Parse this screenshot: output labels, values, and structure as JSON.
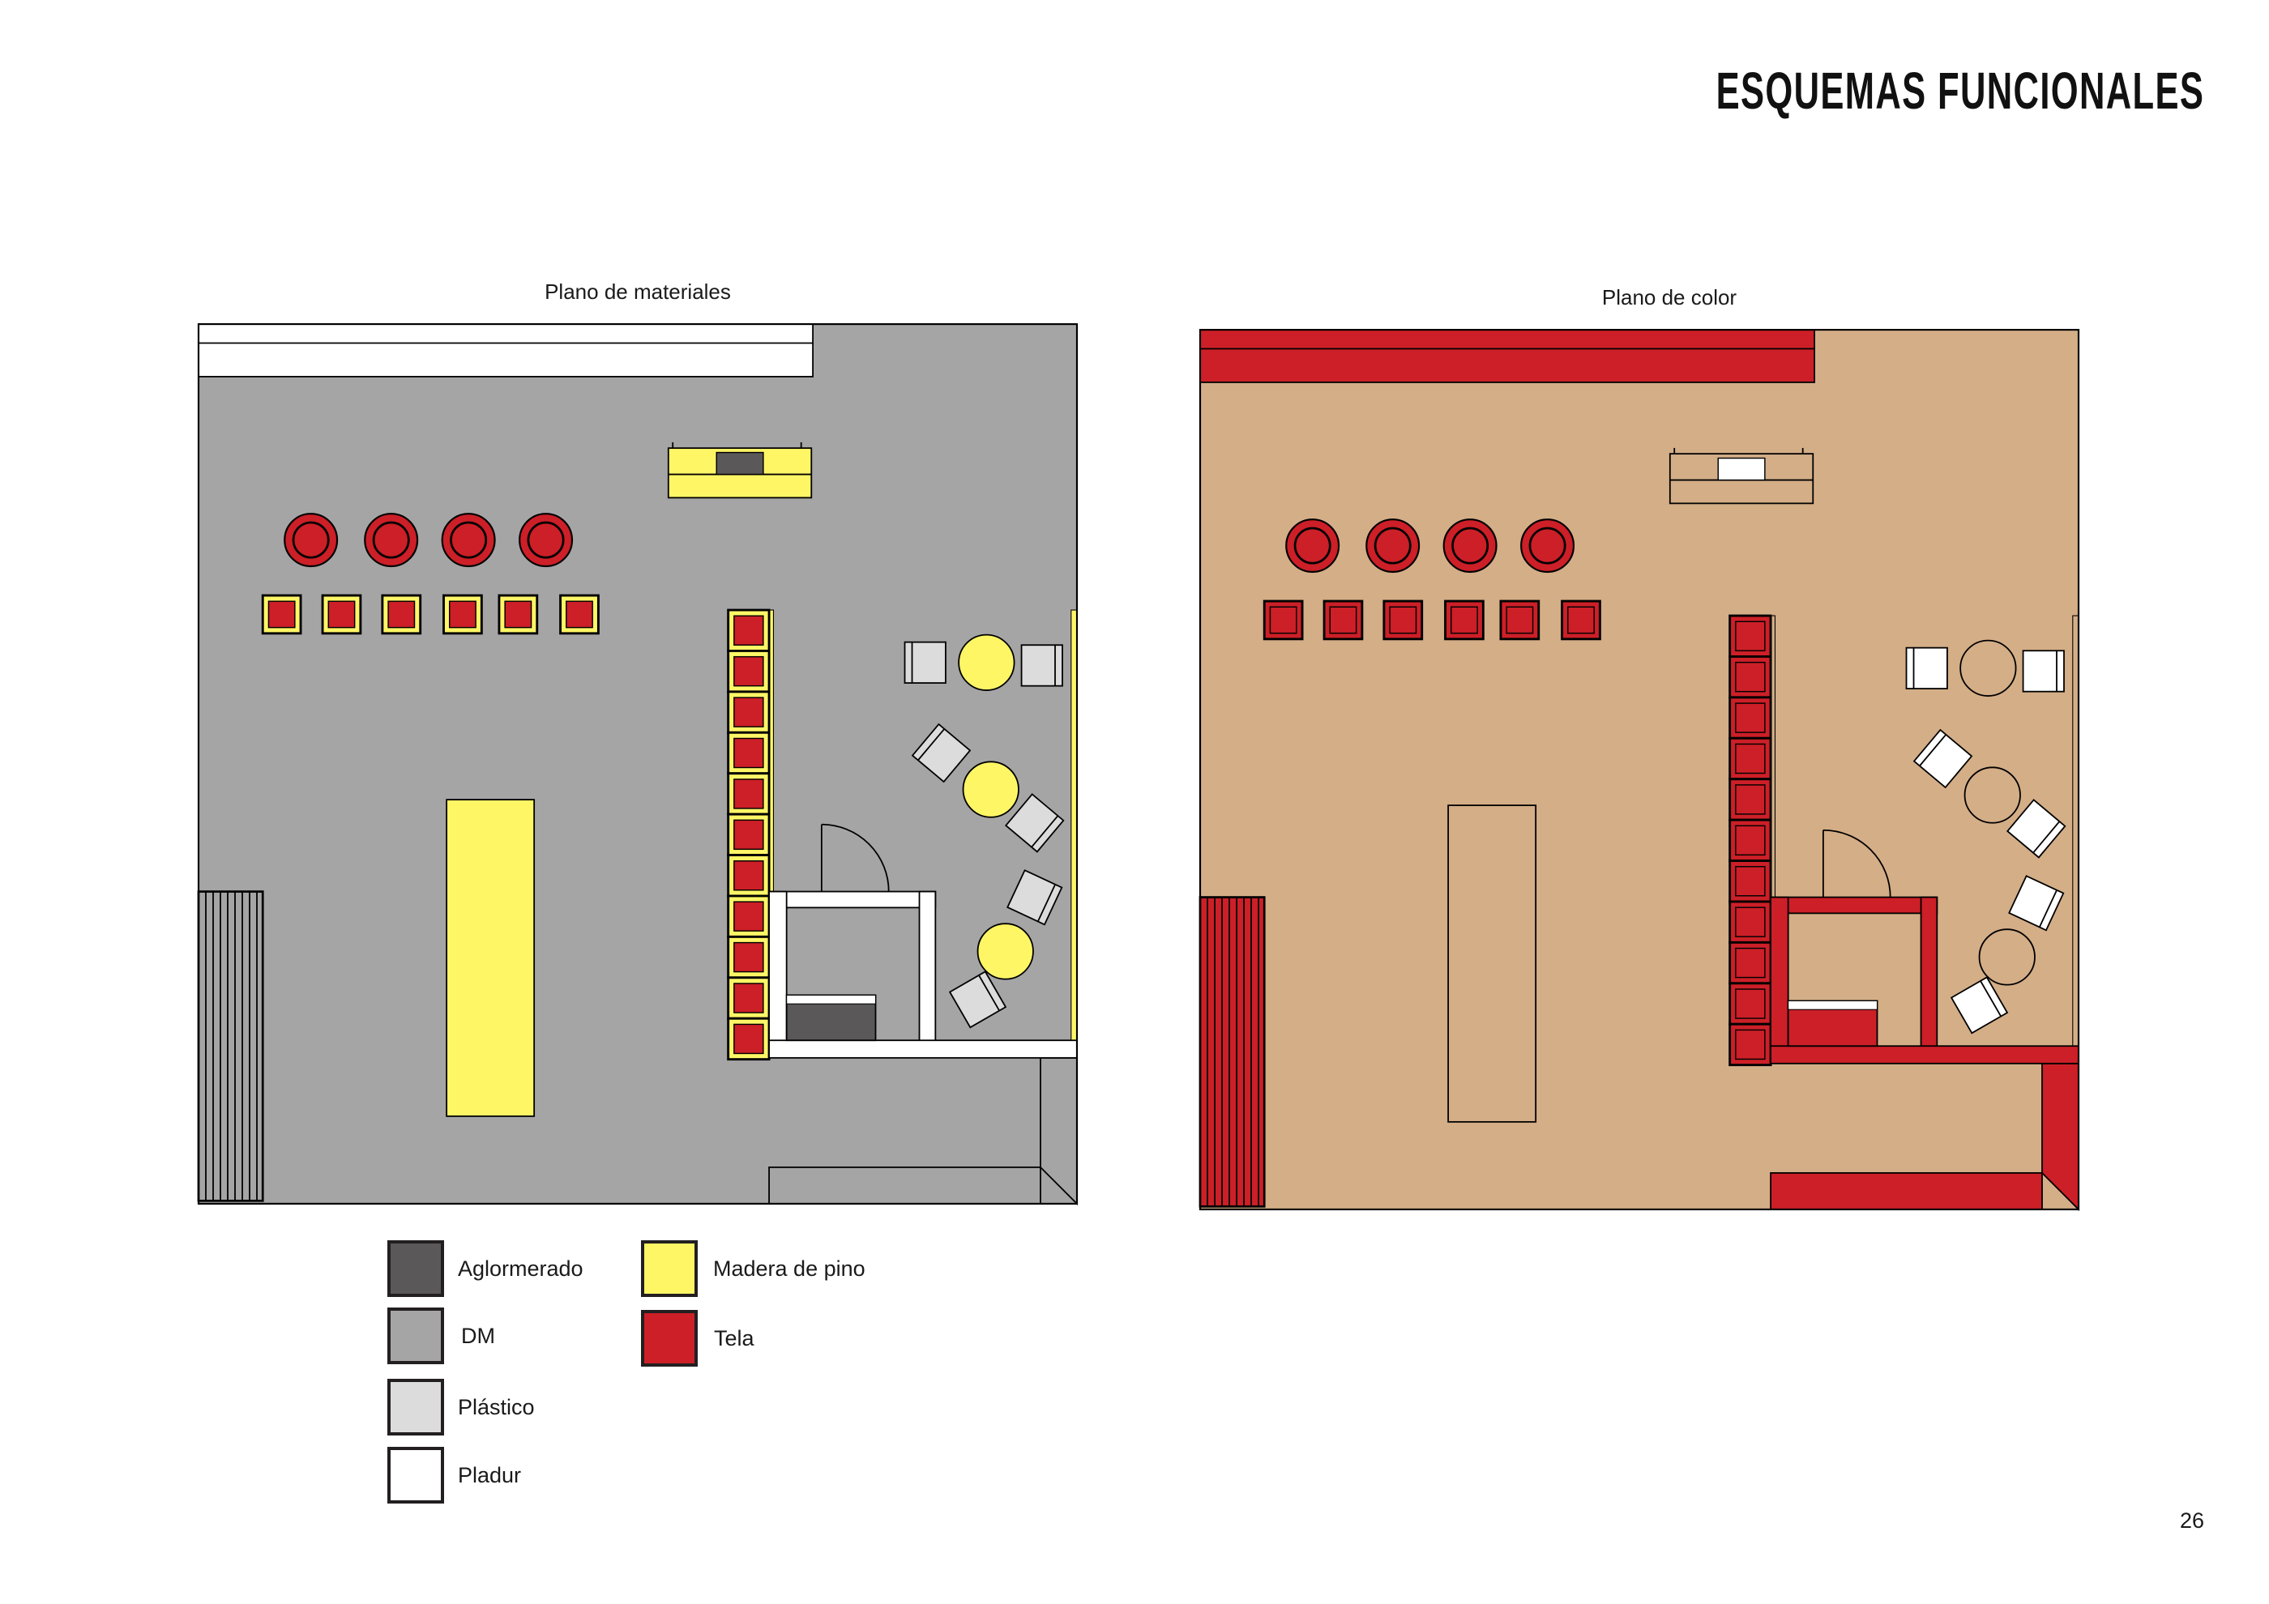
{
  "page": {
    "title": "ESQUEMAS FUNCIONALES",
    "page_number": "26"
  },
  "plans": [
    {
      "title": "Plano de materiales"
    },
    {
      "title": "Plano de color"
    }
  ],
  "legend": {
    "items": [
      {
        "label": "Aglormerado",
        "color": "#5a5858"
      },
      {
        "label": "DM",
        "color": "#a5a5a5"
      },
      {
        "label": "Plástico",
        "color": "#dcdcdc"
      },
      {
        "label": "Pladur",
        "color": "#ffffff"
      },
      {
        "label": "Madera de pino",
        "color": "#fff666"
      },
      {
        "label": "Tela",
        "color": "#cc1f27"
      }
    ]
  }
}
